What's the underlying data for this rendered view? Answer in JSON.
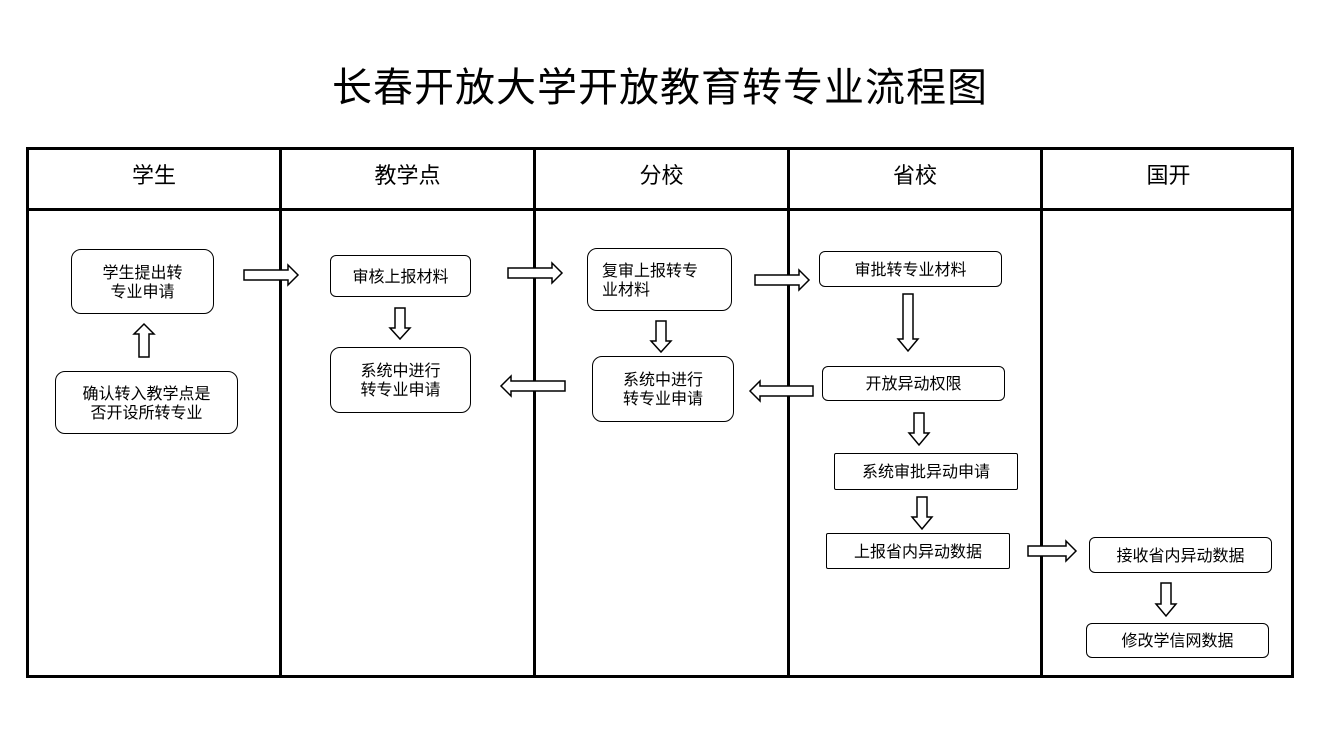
{
  "title": "长春开放大学开放教育转专业流程图",
  "lanes": [
    "学生",
    "教学点",
    "分校",
    "省校",
    "国开"
  ],
  "boxes": {
    "student_apply": "学生提出转\n专业申请",
    "student_confirm": "确认转入教学点是\n否开设所转专业",
    "point_review": "审核上报材料",
    "point_system": "系统中进行\n转专业申请",
    "branch_recheck": "复审上报转专\n业材料",
    "branch_system": "系统中进行\n转专业申请",
    "prov_approve": "审批转专业材料",
    "prov_open": "开放异动权限",
    "prov_sys_approve": "系统审批异动申请",
    "prov_report": "上报省内异动数据",
    "nat_receive": "接收省内异动数据",
    "nat_modify": "修改学信网数据"
  }
}
